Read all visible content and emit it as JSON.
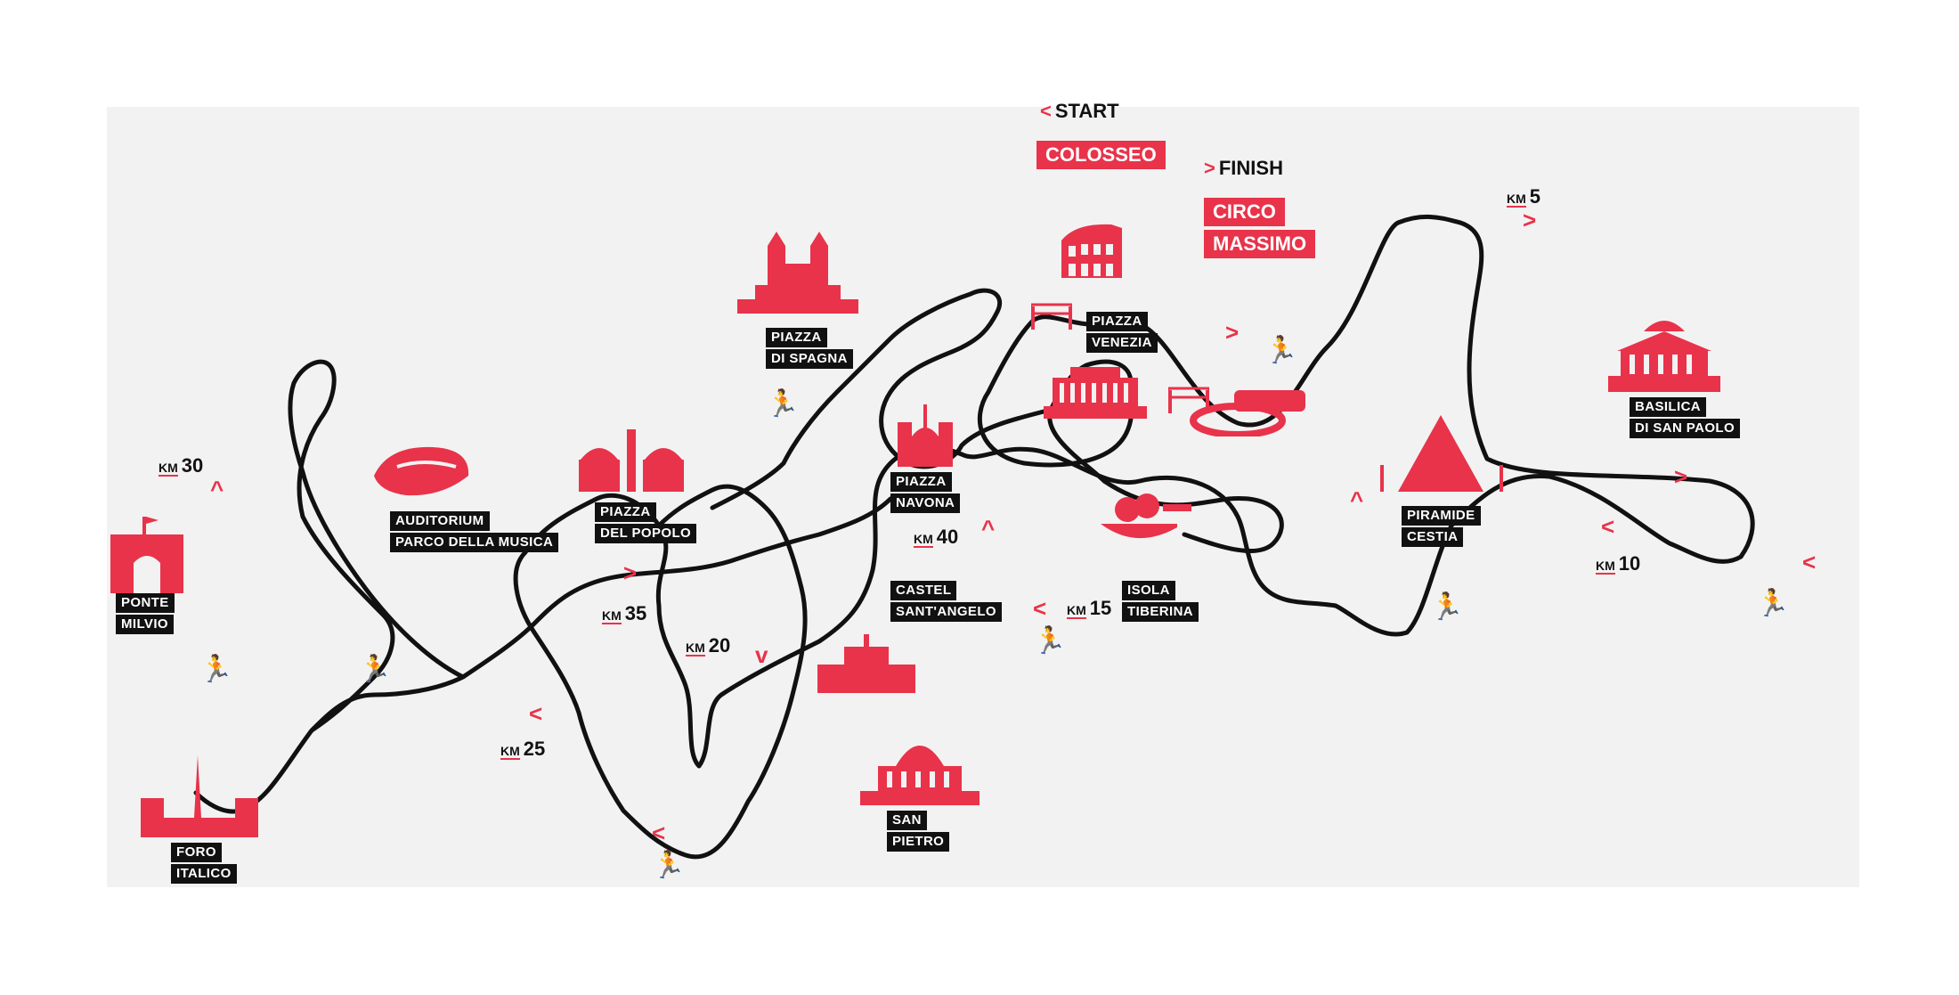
{
  "colors": {
    "accent": "#e8334a",
    "route": "#111111",
    "panel": "#f2f2f2",
    "label_bg": "#111111",
    "label_text": "#ffffff"
  },
  "start": {
    "prefix": "<",
    "label": "START",
    "place": "COLOSSEO"
  },
  "finish": {
    "prefix": ">",
    "label": "FINISH",
    "place_line1": "CIRCO",
    "place_line2": "MASSIMO"
  },
  "km_word": "KM",
  "km_markers": {
    "km5": "5",
    "km10": "10",
    "km15": "15",
    "km20": "20",
    "km25": "25",
    "km30": "30",
    "km35": "35",
    "km40": "40"
  },
  "landmarks": {
    "piazza_venezia": [
      "PIAZZA",
      "VENEZIA"
    ],
    "piazza_di_spagna": [
      "PIAZZA",
      "DI SPAGNA"
    ],
    "piazza_navona": [
      "PIAZZA",
      "NAVONA"
    ],
    "auditorium": [
      "AUDITORIUM",
      "PARCO DELLA MUSICA"
    ],
    "piazza_del_popolo": [
      "PIAZZA",
      "DEL POPOLO"
    ],
    "ponte_milvio": [
      "PONTE",
      "MILVIO"
    ],
    "castel_santangelo": [
      "CASTEL",
      "SANT'ANGELO"
    ],
    "isola_tiberina": [
      "ISOLA",
      "TIBERINA"
    ],
    "piramide_cestia": [
      "PIRAMIDE",
      "CESTIA"
    ],
    "basilica_san_paolo": [
      "BASILICA",
      "DI SAN PAOLO"
    ],
    "san_pietro": [
      "SAN",
      "PIETRO"
    ],
    "foro_italico": [
      "FORO",
      "ITALICO"
    ]
  },
  "icons": [
    "colosseum-icon",
    "vittoriano-icon",
    "circus-maximus-icon",
    "trinita-dei-monti-icon",
    "sant-agnese-icon",
    "auditorium-icon",
    "piazza-del-popolo-icon",
    "ponte-milvio-icon",
    "castel-santangelo-icon",
    "isola-tiberina-icon",
    "pyramid-icon",
    "basilica-san-paolo-icon",
    "st-peters-icon",
    "foro-italico-icon",
    "runner-icon",
    "start-gate-icon",
    "finish-gate-icon",
    "direction-arrow-icon"
  ]
}
